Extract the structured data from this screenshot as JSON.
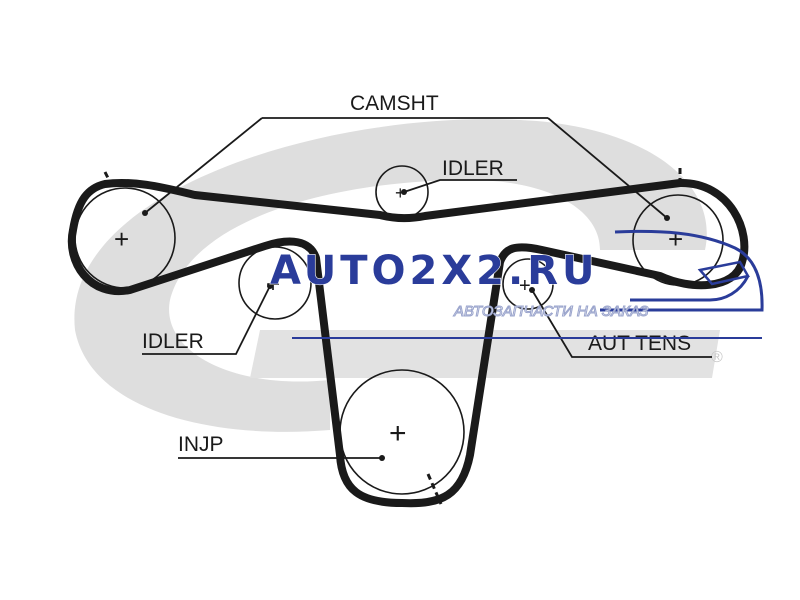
{
  "diagram": {
    "labels": {
      "camshaft": "CAMSHT",
      "idler_top": "IDLER",
      "idler_left": "IDLER",
      "auto_tensioner": "AUT TENS",
      "injection_pump": "INJP"
    },
    "pulley_center_mark": "+"
  },
  "watermark": {
    "site": "AUTO2X2.RU",
    "tagline": "АВТОЗАПЧАСТИ НА ЗАКАЗ",
    "registered_mark": "®"
  },
  "colors": {
    "belt": "#1a1a1a",
    "background_logo": "#d9d9d9",
    "watermark_blue": "#2a3c9a"
  }
}
